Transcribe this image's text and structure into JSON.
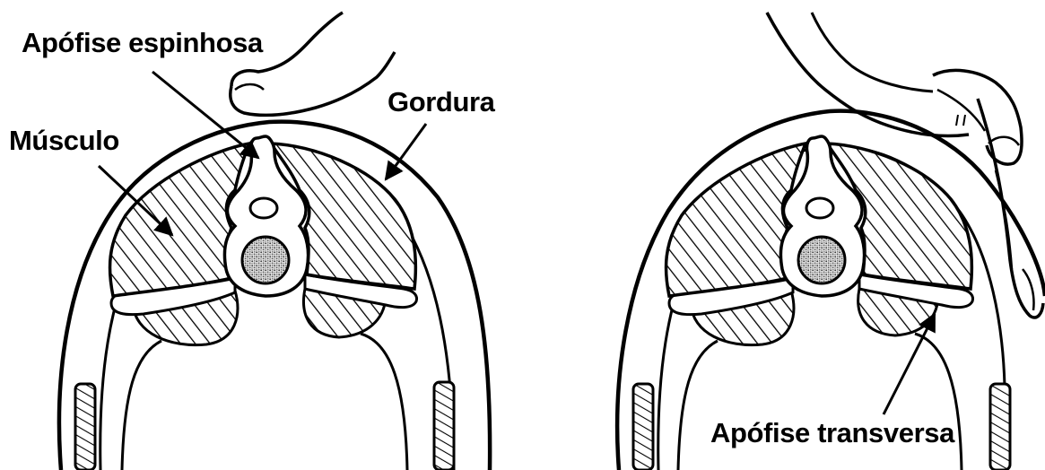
{
  "labels": {
    "spinous_process": "Apófise espinhosa",
    "muscle": "Músculo",
    "fat": "Gordura",
    "transverse_process": "Apófise transversa"
  },
  "colors": {
    "ink": "#000000",
    "paper": "#ffffff",
    "stipple": "#555555"
  },
  "icons": {
    "left_hand": "finger-pressing-icon",
    "right_hand": "hand-pinching-icon"
  }
}
